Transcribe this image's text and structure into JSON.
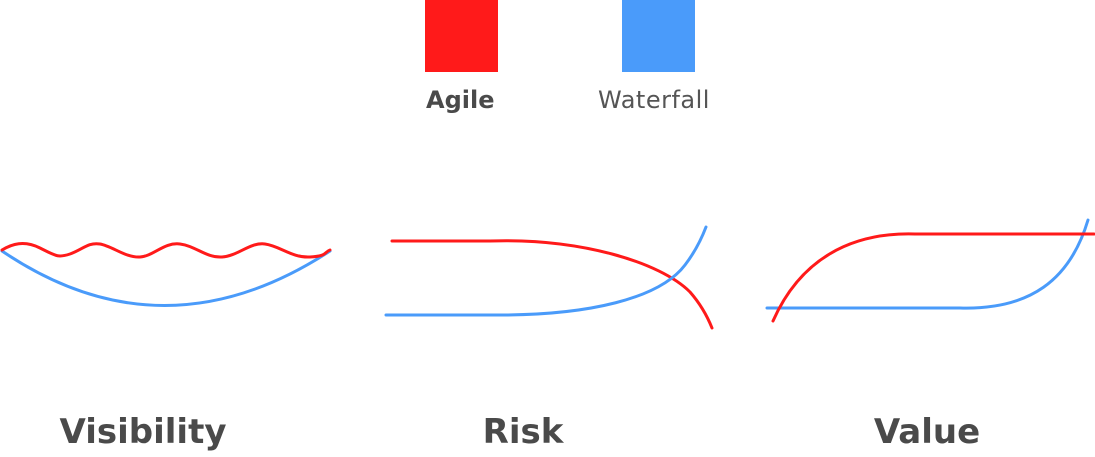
{
  "legend": {
    "items": [
      {
        "label": "Agile",
        "color": "#ff1a1a"
      },
      {
        "label": "Waterfall",
        "color": "#4a9bfa"
      }
    ]
  },
  "panels": [
    {
      "label": "Visibility"
    },
    {
      "label": "Risk"
    },
    {
      "label": "Value"
    }
  ],
  "colors": {
    "agile": "#ff1a1a",
    "waterfall": "#4a9bfa",
    "text": "#4a4a4a"
  }
}
